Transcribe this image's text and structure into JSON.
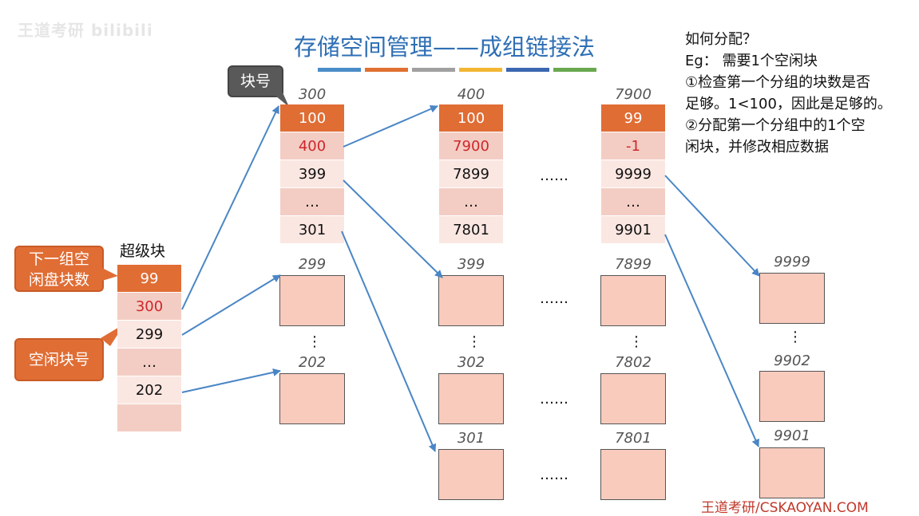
{
  "watermark": "王道考研 bilibili",
  "title": "存储空间管理——成组链接法",
  "title_bar_colors": [
    "#4a8cc9",
    "#e07032",
    "#a0a0a0",
    "#f2b632",
    "#3b66b0",
    "#6aa84f"
  ],
  "notes": {
    "q": "如何分配？",
    "eg": "Eg： 需要1个空闲块",
    "s1a": "①检查第一个分组的块数是否",
    "s1b": "足够。1<100，因此是足够的。",
    "s2a": "②分配第一个分组中的1个空",
    "s2b": "闲块，并修改相应数据"
  },
  "callouts": {
    "block_no": "块号",
    "next_count_l1": "下一组空",
    "next_count_l2": "闲盘块数",
    "free_block_no": "空闲块号"
  },
  "superblock": {
    "label": "超级块",
    "cells": [
      "99",
      "300",
      "299",
      "…",
      "202",
      ""
    ]
  },
  "groups": [
    {
      "addr": "300",
      "cells": [
        "100",
        "400",
        "399",
        "…",
        "301"
      ]
    },
    {
      "addr": "400",
      "cells": [
        "100",
        "7900",
        "7899",
        "…",
        "7801"
      ]
    },
    {
      "addr": "7900",
      "cells": [
        "99",
        "-1",
        "9999",
        "…",
        "9901"
      ]
    }
  ],
  "blocks": {
    "c1": [
      "299",
      "202"
    ],
    "c2": [
      "399",
      "302",
      "301"
    ],
    "c3": [
      "7899",
      "7802",
      "7801"
    ],
    "c4": [
      "9999",
      "9902",
      "9901"
    ]
  },
  "ellipsis_h": "……",
  "ellipsis_v": "⋮",
  "footer": "王道考研/CSKAOYAN.COM",
  "colors": {
    "accent_orange": "#e06d34",
    "arrow_blue": "#4a86c5",
    "title_blue": "#2f6fb5"
  }
}
